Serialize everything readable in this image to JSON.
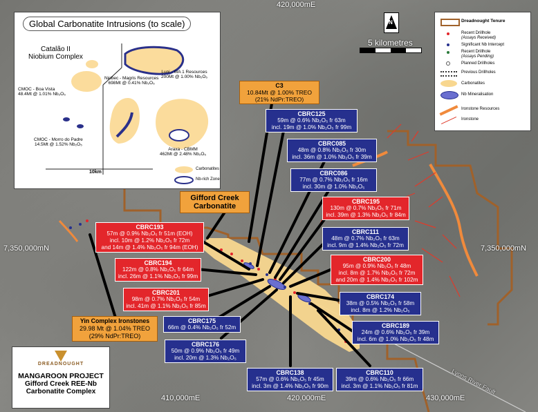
{
  "coords": {
    "top_e": "420,000mE",
    "bottom_e": [
      "410,000mE",
      "420,000mE",
      "430,000mE"
    ],
    "left_n": "7,350,000mN",
    "right_n": "7,350,000mN"
  },
  "scale": {
    "label": "5 kilometres",
    "north": "N"
  },
  "fault_label": "Lyons River Fault",
  "inset": {
    "title": "Global Carbonatite Intrusions (to scale)",
    "catalao": "Catalão II\nNiobium Complex",
    "cmoc_bv": "CMOC - Boa Vista\n48.4Mt @ 1.01% Nb₂O₅",
    "cmoc_mp": "CMOC - Morro do Padre\n14.5Mt @ 1.52% Nb₂O₅",
    "niobec": "Niobec - Magris Resources\n698Mt @ 0.41% Nb₂O₅",
    "luni": "Luni - WA 1 Resources\n200Mt @ 1.00% Nb₂O₅",
    "araxa": "Araxa - CBMM\n462Mt @ 2.48% Nb₂O₅",
    "scale": "10km",
    "legend_carb": "Carbonatites",
    "legend_nb": "Nb-rich Zone"
  },
  "legend": {
    "title": "Dreadnought Tenure",
    "items": [
      "Recent Drillhole",
      "(Assays Received)",
      "Significant Nb Intercept",
      "Recent Drillhole",
      "(Assays Pending)",
      "Planned Drillholes",
      "Previous Drillholes",
      "Carbonatites",
      "Nb Mineralisation",
      "Ironstone Resources",
      "Ironstone"
    ]
  },
  "callouts": [
    {
      "id": "c3",
      "style": "orange",
      "lines": [
        "C3",
        "10.84Mt @ 1.00% TREO",
        "(21% NdPr:TREO)"
      ]
    },
    {
      "id": "gifford",
      "style": "orange",
      "lines": [
        "Gifford Creek",
        "Carbonatite"
      ]
    },
    {
      "id": "cbrc125",
      "style": "blue",
      "lines": [
        "CBRC125",
        "59m @ 0.6% Nb₂O₅ fr 63m",
        "incl. 19m @ 1.0% Nb₂O₅ fr 99m"
      ]
    },
    {
      "id": "cbrc085",
      "style": "blue",
      "lines": [
        "CBRC085",
        "48m @ 0.8% Nb₂O₅ fr 30m",
        "incl. 36m @ 1.0% Nb₂O₅ fr 39m"
      ]
    },
    {
      "id": "cbrc086",
      "style": "blue",
      "lines": [
        "CBRC086",
        "77m @ 0.7% Nb₂O₅ fr 16m",
        "incl. 30m @ 1.0% Nb₂O₅"
      ]
    },
    {
      "id": "cbrc195",
      "style": "red",
      "lines": [
        "CBRC195",
        "130m @ 0.7% Nb₂O₅ fr 71m",
        "incl. 39m @ 1.3% Nb₂O₅ fr 84m"
      ]
    },
    {
      "id": "cbrc111",
      "style": "blue",
      "lines": [
        "CBRC111",
        "48m @ 0.7% Nb₂O₅ fr 63m",
        "incl. 9m @ 1.4% Nb₂O₅ fr 72m"
      ]
    },
    {
      "id": "cbrc193",
      "style": "red",
      "lines": [
        "CBRC193",
        "57m @ 0.9% Nb₂O₅ fr 51m (EOH)",
        "incl. 10m @ 1.2% Nb₂O₅ fr 72m",
        "and 14m @ 1.4% Nb₂O₅ fr 94m (EOH)"
      ]
    },
    {
      "id": "cbrc194",
      "style": "red",
      "lines": [
        "CBRC194",
        "122m @ 0.8% Nb₂O₅ fr 64m",
        "incl. 26m @ 1.1% Nb₂O₅ fr 99m"
      ]
    },
    {
      "id": "cbrc200",
      "style": "red",
      "lines": [
        "CBRC200",
        "95m @ 0.9% Nb₂O₅ fr 48m",
        "incl. 8m @ 1.7% Nb₂O₅ fr 72m",
        "and 20m @ 1.4% Nb₂O₅ fr 102m"
      ]
    },
    {
      "id": "cbrc201",
      "style": "red",
      "lines": [
        "CBRC201",
        "98m @ 0.7% Nb₂O₅ fr 54m",
        "incl. 41m @ 1.1% Nb₂O₅ fr 85m"
      ]
    },
    {
      "id": "cbrc174",
      "style": "blue",
      "lines": [
        "CBRC174",
        "38m @ 0.5% Nb₂O₅ fr 58m",
        "incl. 8m @ 1.2% Nb₂O₅"
      ]
    },
    {
      "id": "yin",
      "style": "orange",
      "lines": [
        "Yin Complex Ironstones",
        "29.98 Mt @ 1.04% TREO",
        "(29% NdPr:TREO)"
      ]
    },
    {
      "id": "cbrc175",
      "style": "blue",
      "lines": [
        "CBRC175",
        "66m @ 0.4% Nb₂O₅ fr 52m"
      ]
    },
    {
      "id": "cbrc189",
      "style": "blue",
      "lines": [
        "CBRC189",
        "24m @ 0.6% Nb₂O₅ fr 39m",
        "incl. 6m @ 1.0% Nb₂O₅ fr 48m"
      ]
    },
    {
      "id": "cbrc176",
      "style": "blue",
      "lines": [
        "CBRC176",
        "50m @ 0.9% Nb₂O₅ fr 49m",
        "incl. 20m @ 1.3% Nb₂O₅"
      ]
    },
    {
      "id": "cbrc138",
      "style": "blue",
      "lines": [
        "CBRC138",
        "57m @ 0.6% Nb₂O₅ fr 45m",
        "incl. 3m @ 1.4% Nb₂O₅ fr 90m"
      ]
    },
    {
      "id": "cbrc110",
      "style": "blue",
      "lines": [
        "CBRC110",
        "39m @ 0.6% Nb₂O₅ fr 66m",
        "incl. 3m @ 1.1% Nb₂O₅ fr 81m"
      ]
    }
  ],
  "logo": {
    "brand": "DREADNOUGHT",
    "project": "MANGAROON PROJECT",
    "sub1": "Gifford Creek REE-Nb",
    "sub2": "Carbonatite Complex"
  },
  "colors": {
    "red": "#e3262b",
    "blue": "#26308e",
    "orange": "#f1a23c",
    "carbonatite": "#f8d78f",
    "tenure": "#a0612a"
  }
}
